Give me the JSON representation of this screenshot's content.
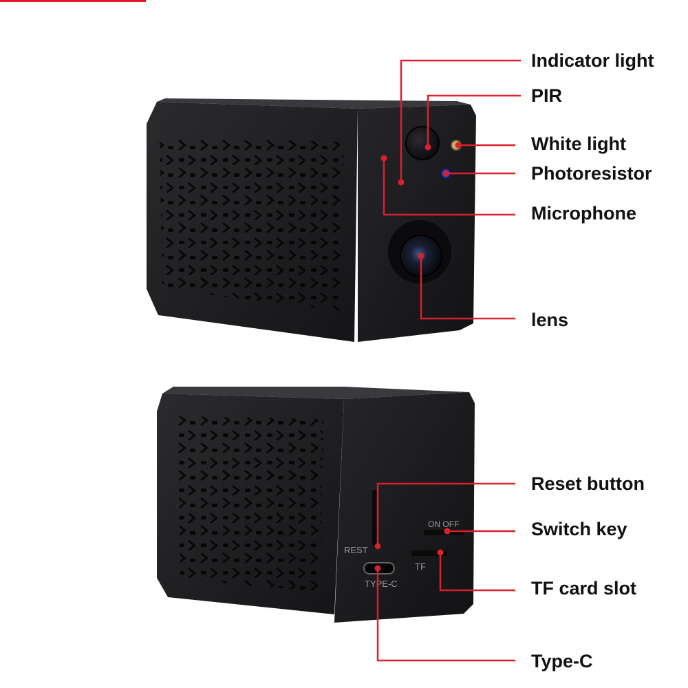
{
  "labels": {
    "indicator_light": "Indicator light",
    "pir": "PIR",
    "white_light": "White light",
    "photoresistor": "Photoresistor",
    "microphone": "Microphone",
    "lens": "lens",
    "reset_button": "Reset button",
    "switch_key": "Switch key",
    "tf_card_slot": "TF card slot",
    "type_c": "Type-C"
  },
  "device_text": {
    "reset_mark": "REST",
    "on_off_mark": "ON OFF",
    "type_c_mark": "TYPE-C",
    "tf_mark": "TF"
  },
  "colors": {
    "leader_line": "#d8202e",
    "camera_body": "#1d1d1f",
    "label_text": "#111111"
  }
}
